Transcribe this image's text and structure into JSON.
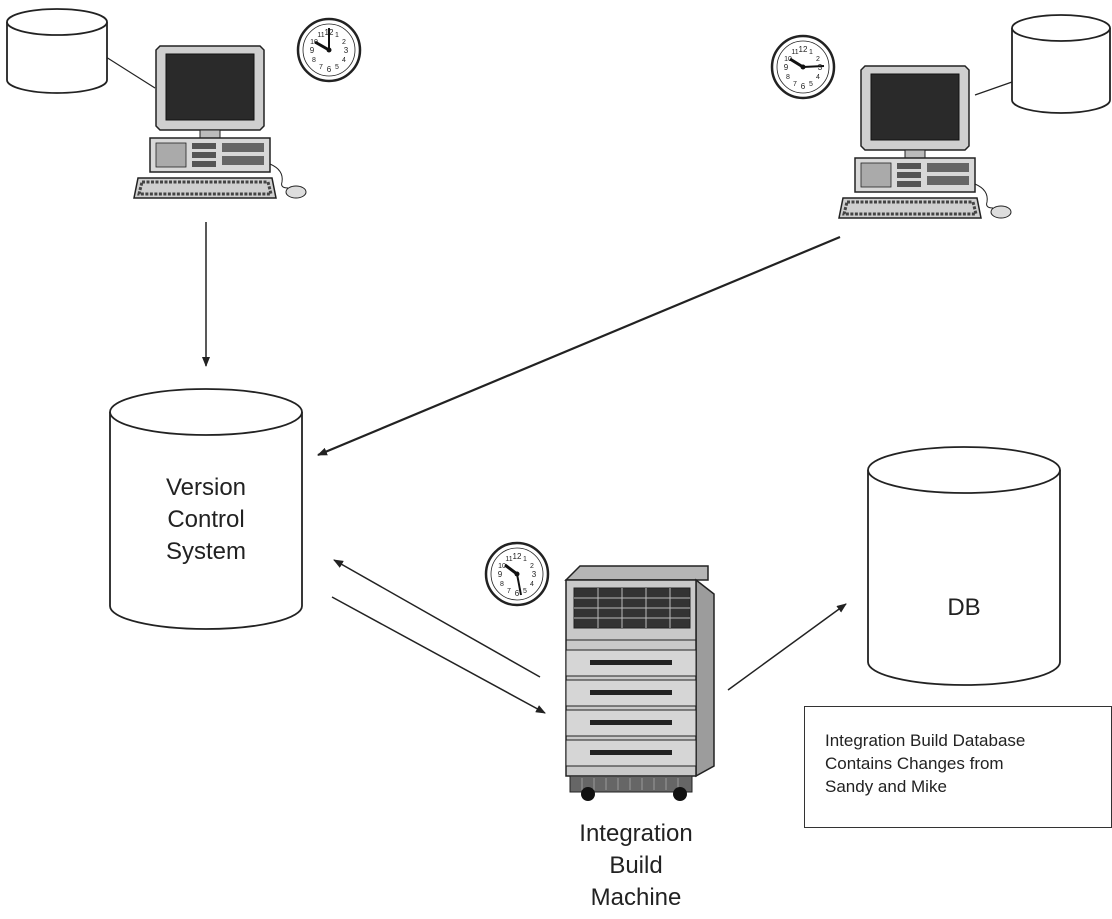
{
  "version_control": {
    "lines": [
      "Version",
      "Control",
      "System"
    ]
  },
  "database": {
    "label": "DB"
  },
  "build_machine": {
    "lines": [
      "Integration",
      "Build",
      "Machine"
    ]
  },
  "note": {
    "lines": [
      "Integration Build Database",
      "Contains Changes from",
      "Sandy and Mike"
    ]
  },
  "colors": {
    "stroke": "#222222",
    "monitor_screen": "#2a2a2a",
    "computer_body": "#d8d8d8",
    "server_body": "#c9c9c9"
  }
}
